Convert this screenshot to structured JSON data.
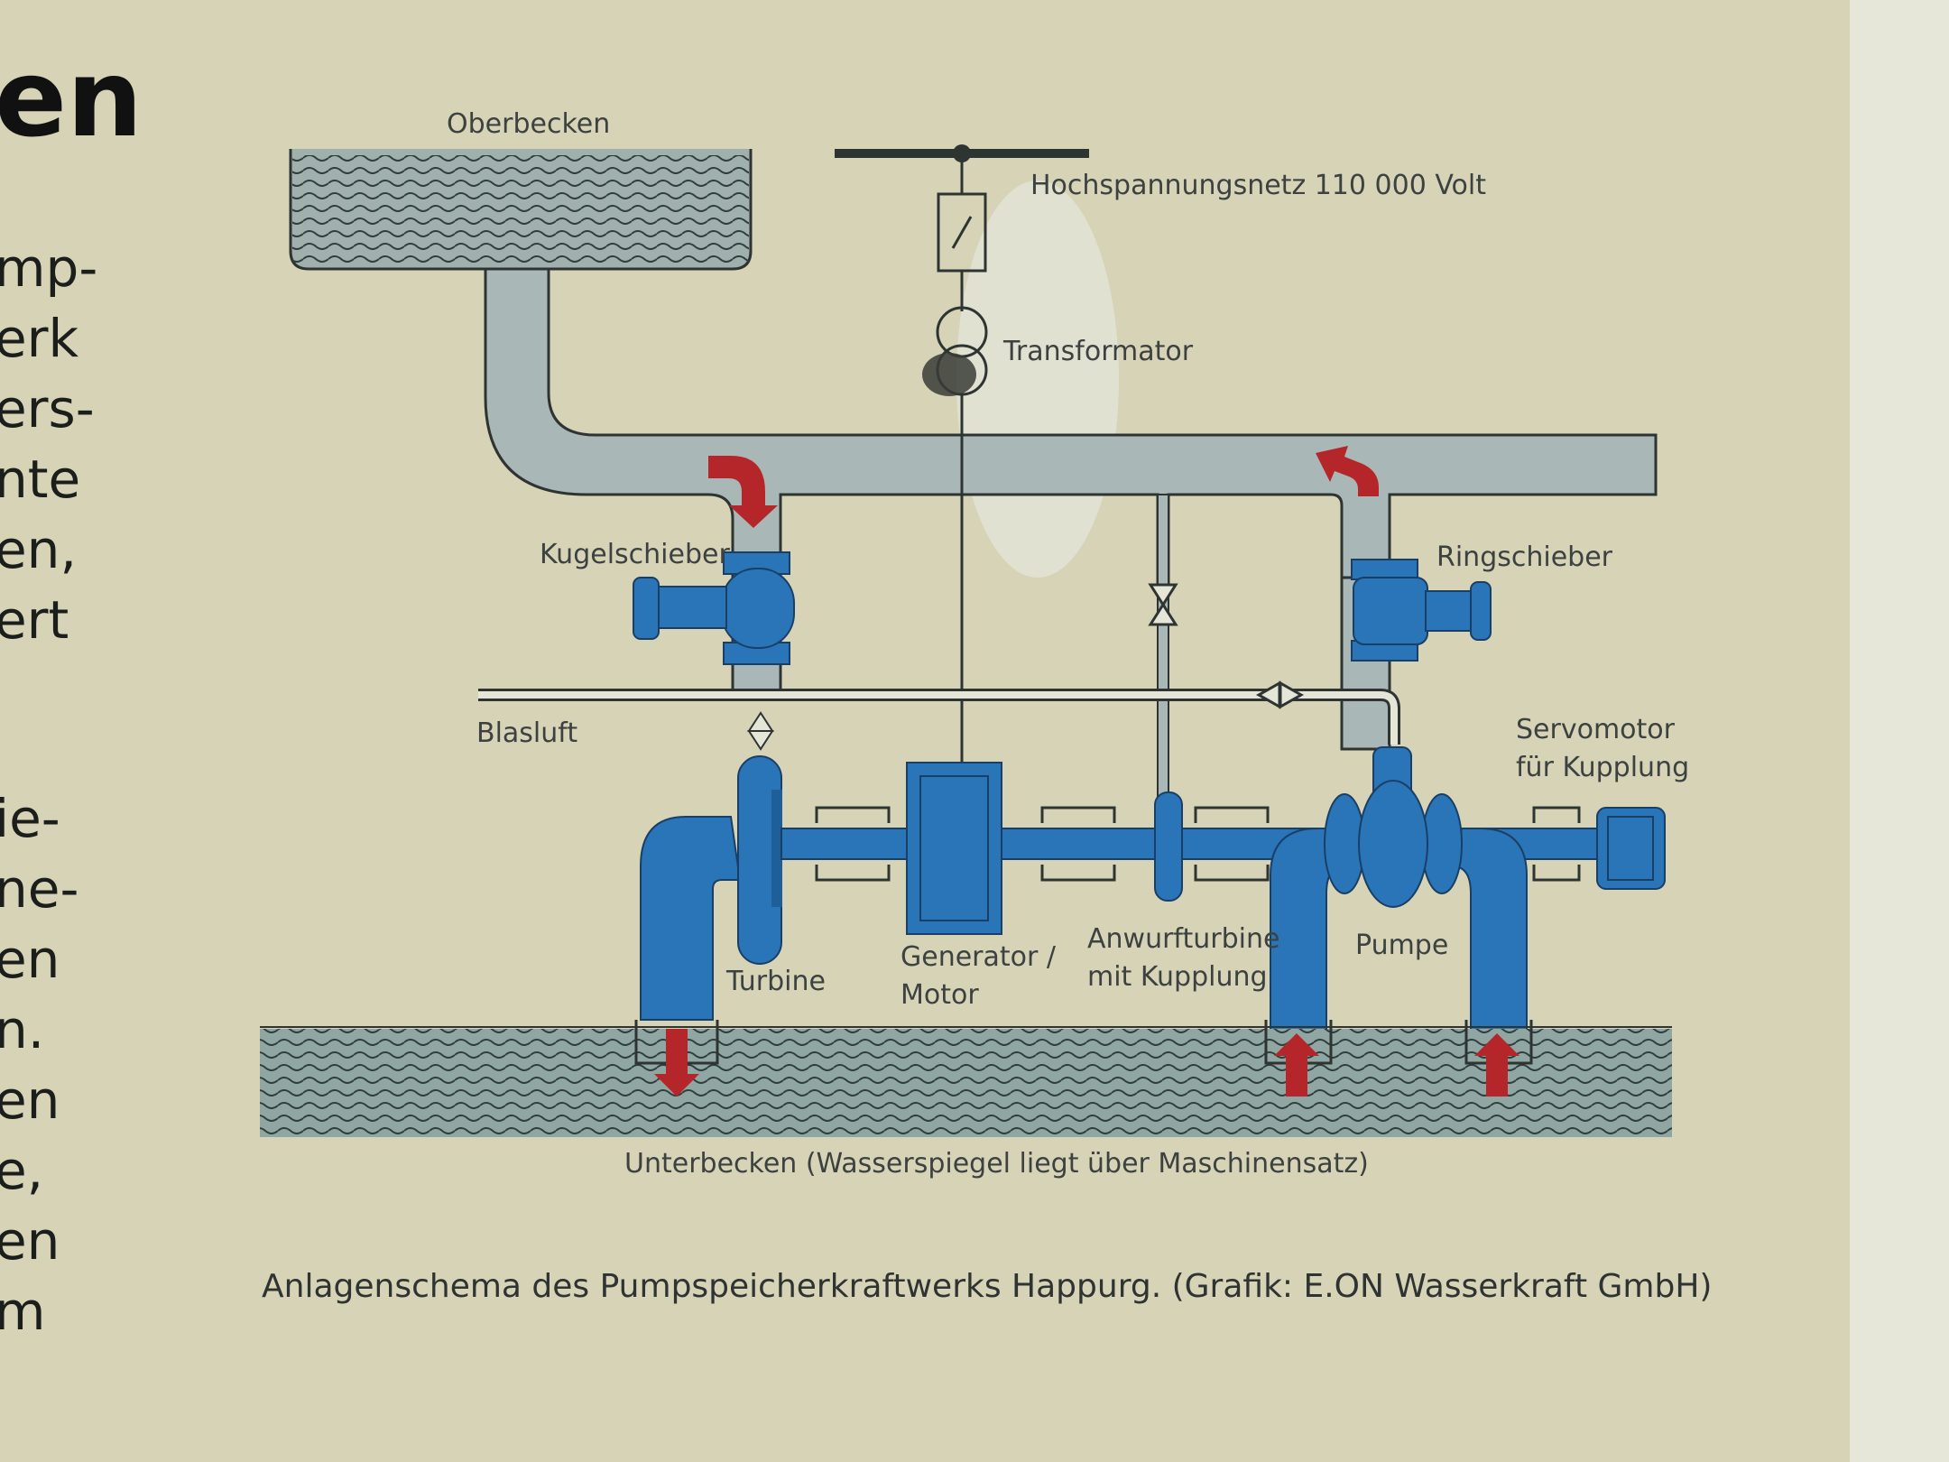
{
  "page_title_fragment": "en",
  "left_text_top": [
    "mp-",
    "erk",
    "ers-",
    "nte",
    "en,",
    "ert"
  ],
  "left_text_bottom": [
    "ie-",
    "ne-",
    "en",
    "n.",
    "en",
    "e,",
    "en",
    "m"
  ],
  "labels": {
    "oberbecken": "Oberbecken",
    "hochspannungsnetz": "Hochspannungsnetz 110 000 Volt",
    "transformator": "Transformator",
    "kugelschieber": "Kugelschieber",
    "ringschieber": "Ringschieber",
    "blasluft": "Blasluft",
    "servomotor_line1": "Servomotor",
    "servomotor_line2": "für Kupplung",
    "turbine": "Turbine",
    "generator_line1": "Generator /",
    "generator_line2": "Motor",
    "anwurfturbine_line1": "Anwurfturbine",
    "anwurfturbine_line2": "mit Kupplung",
    "pumpe": "Pumpe",
    "unterbecken": "Unterbecken (Wasserspiegel liegt über Maschinensatz)"
  },
  "caption": "Anlagenschema des Pumpspeicherkraftwerks Happurg. (Grafik: E.ON Wasserkraft GmbH)",
  "colors": {
    "background": "#d6d3b6",
    "grey_pipe": "#a9b7b6",
    "water": "#8fa6a3",
    "machine_blue": "#2a74b8",
    "arrow_red": "#b5262a",
    "line_dark": "#2e3432"
  }
}
